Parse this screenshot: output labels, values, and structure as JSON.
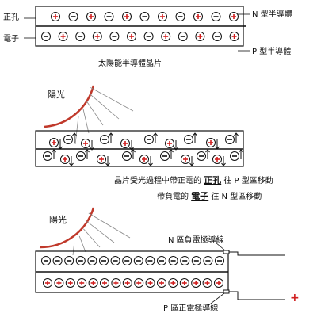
{
  "diagram": {
    "section1": {
      "label_hole": "正孔",
      "label_electron": "電子",
      "label_n_type": "N 型半導體",
      "label_p_type": "P 型半導體",
      "caption": "太陽能半導體晶片",
      "top_row": [
        "+",
        "-",
        "+",
        "-",
        "+",
        "-",
        "+",
        "-",
        "+",
        "-",
        "+"
      ],
      "bottom_row": [
        "-",
        "+",
        "-",
        "+",
        "-",
        "+",
        "-",
        "+",
        "-",
        "+",
        "-",
        "+"
      ]
    },
    "section2": {
      "sun_label": "陽光",
      "caption_line1_pre": "晶片受光過程中帶正電的 ",
      "caption_line1_key": "正孔",
      "caption_line1_post": " 往 P 型區移動",
      "caption_line2_pre": "帶負電的 ",
      "caption_line2_key": "電子",
      "caption_line2_post": " 往 N 型區移動"
    },
    "section3": {
      "sun_label": "陽光",
      "n_electrode_label": "N 區負電極導線",
      "p_electrode_label": "P 區正電極導線",
      "minus_sign": "—",
      "plus_sign": "+",
      "top_row": [
        "-",
        "-",
        "-",
        "-",
        "-",
        "-",
        "-",
        "-",
        "-",
        "-",
        "-",
        "-",
        "-",
        "-",
        "-",
        "-"
      ],
      "bottom_row": [
        "+",
        "+",
        "+",
        "+",
        "+",
        "+",
        "+",
        "+",
        "+",
        "+",
        "+",
        "+",
        "+",
        "+",
        "+",
        "+"
      ]
    },
    "colors": {
      "line": "#111111",
      "plus": "#d11f1f",
      "sun": "#c0392b",
      "rays": "#888888"
    }
  }
}
